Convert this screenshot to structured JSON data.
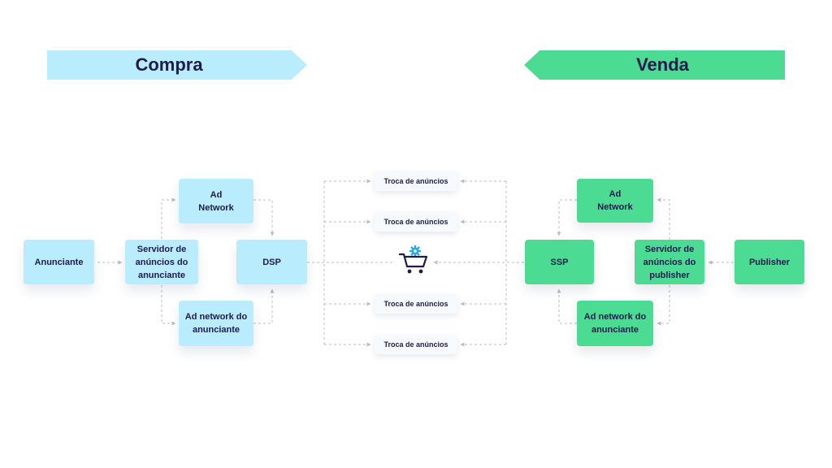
{
  "banners": {
    "buy": "Compra",
    "sell": "Venda"
  },
  "buy_side": {
    "advertiser": "Anunciante",
    "ad_server": "Servidor de anúncios do anunciante",
    "ad_network": "Ad Network",
    "advertiser_ad_network": "Ad network do anunciante",
    "dsp": "DSP"
  },
  "exchanges": [
    "Troca de anúncios",
    "Troca de anúncios",
    "Troca de anúncios",
    "Troca de anúncios"
  ],
  "center_icon": "shopping-cart-icon",
  "sell_side": {
    "publisher": "Publisher",
    "ad_server": "Servidor de anúncios do publisher",
    "ad_network": "Ad Network",
    "advertiser_ad_network": "Ad network do anunciante",
    "ssp": "SSP"
  },
  "colors": {
    "buy": "#b9ecfd",
    "sell": "#4bdb93",
    "text": "#1f1b4d",
    "connector": "#b8bcc8",
    "cart_gear": "#2aa7e8"
  }
}
